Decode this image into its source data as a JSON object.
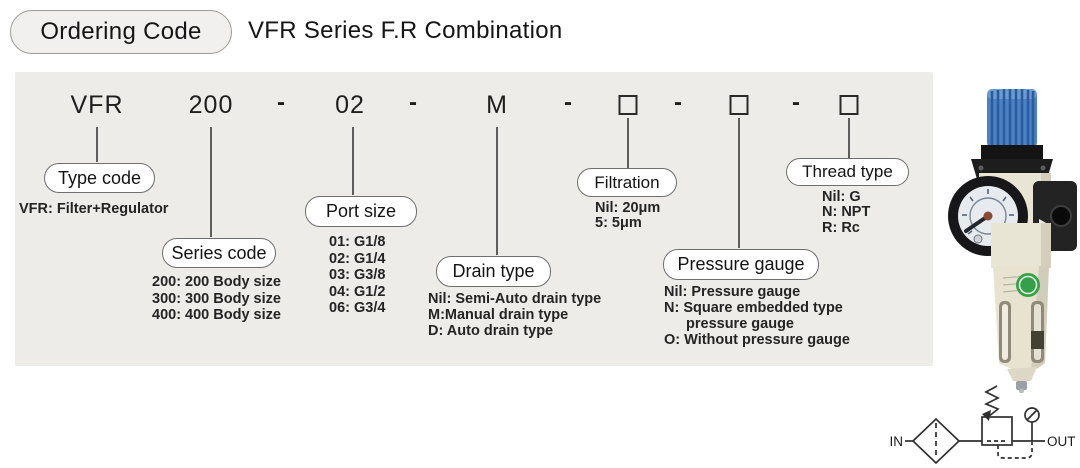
{
  "header": {
    "badge": "Ordering Code",
    "title": "VFR Series F.R Combination"
  },
  "code_row": {
    "type_code": "VFR",
    "series_code": "200",
    "port_size": "02",
    "drain_type": "M",
    "separator": "-"
  },
  "callouts": [
    {
      "id": "type-code",
      "label": "Type code",
      "options": [
        "VFR: Filter+Regulator"
      ]
    },
    {
      "id": "series-code",
      "label": "Series code",
      "options": [
        "200: 200 Body size",
        "300: 300 Body size",
        "400: 400 Body size"
      ]
    },
    {
      "id": "port-size",
      "label": "Port size",
      "options": [
        "01: G1/8",
        "02: G1/4",
        "03: G3/8",
        "04: G1/2",
        "06: G3/4"
      ]
    },
    {
      "id": "drain-type",
      "label": "Drain type",
      "options": [
        "Nil: Semi-Auto drain type",
        "M:Manual drain type",
        "D: Auto drain type"
      ]
    },
    {
      "id": "filtration",
      "label": "Filtration",
      "options": [
        "Nil: 20μm",
        "5: 5μm"
      ]
    },
    {
      "id": "pressure-gauge",
      "label": "Pressure gauge",
      "options": [
        "Nil: Pressure gauge",
        "N: Square embedded type",
        "pressure gauge",
        "O: Without pressure gauge"
      ]
    },
    {
      "id": "thread-type",
      "label": "Thread type",
      "options": [
        "Nil: G",
        "N: NPT",
        "R: Rc"
      ]
    }
  ],
  "schematic": {
    "in_label": "IN",
    "out_label": "OUT"
  },
  "colors": {
    "panel_bg": "#edece9",
    "knob_blue": "#4b82c4",
    "sticker_green": "#35a047",
    "line_gray": "#5d5d5d"
  }
}
